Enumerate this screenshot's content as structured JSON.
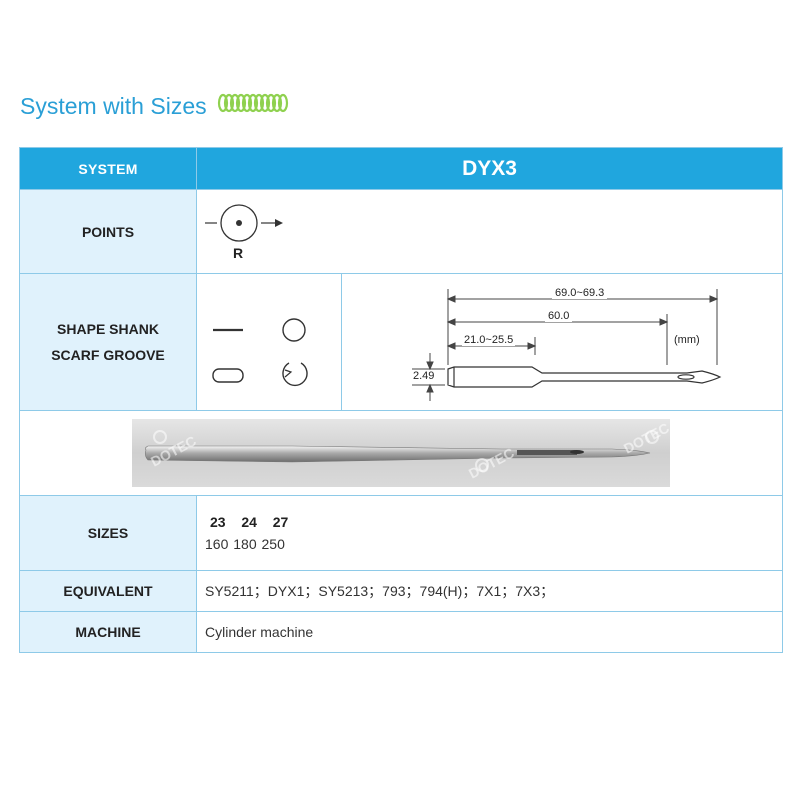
{
  "section": {
    "title": "System with Sizes",
    "coil_icon": "spring-coil-icon",
    "accent": "#2a9fd6",
    "coil_color": "#8fd14f"
  },
  "table": {
    "header": {
      "label": "SYSTEM",
      "value": "DYX3",
      "color": "#20a6de"
    },
    "points": {
      "label": "POINTS",
      "symbol": "R"
    },
    "shape": {
      "label_line1": "SHAPE SHANK",
      "label_line2": "SCARF GROOVE",
      "diagram": {
        "overall_length": "69.0~69.3",
        "blade_length": "60.0",
        "shank_length": "21.0~25.5",
        "shank_diameter": "2.49",
        "unit": "(mm)"
      }
    },
    "image": {
      "watermark": "DOTEC"
    },
    "sizes": {
      "label": "SIZES",
      "nm_top": "23  24  27",
      "nm_bottom": "160 180 250"
    },
    "equivalent": {
      "label": "EQUIVALENT",
      "value": "SY5211；DYX1；SY5213；793；794(H)；7X1；7X3；"
    },
    "machine": {
      "label": "MACHINE",
      "value": "Cylinder machine"
    }
  }
}
